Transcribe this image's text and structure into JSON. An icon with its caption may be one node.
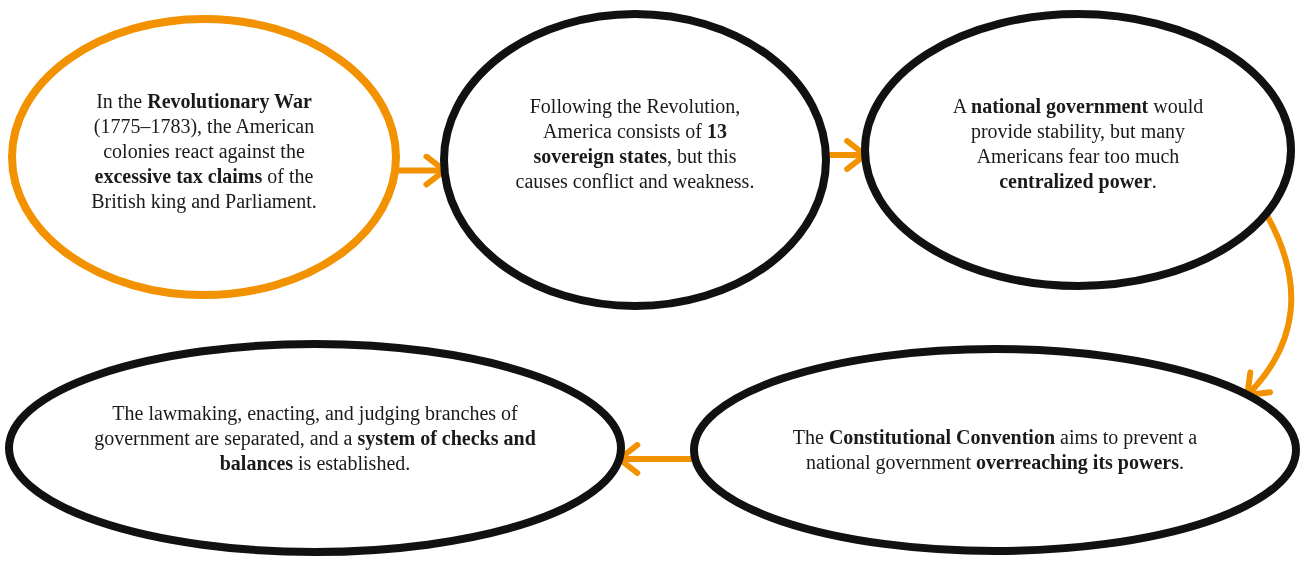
{
  "diagram": {
    "nodes": [
      {
        "text": [
          "In the **Revolutionary War** (1775–1783), the American colonies react against the **excessive tax claims** of the British king and Parliament."
        ]
      },
      {
        "text": [
          "Following the Revolution, America consists of **13 sovereign states**, but this causes conflict and weakness."
        ]
      },
      {
        "text": [
          "A **national government** would provide stability, but many Americans fear too much **centralized power**."
        ]
      },
      {
        "text": [
          "The **Constitutional Convention** aims to prevent a national government **overreaching its powers**."
        ]
      },
      {
        "text": [
          "The lawmaking, enacting, and judging branches of government are separated, and a **system of checks and balances** is established."
        ]
      }
    ],
    "edges": [
      {
        "from": 0,
        "to": 1,
        "arrow": "to"
      },
      {
        "from": 1,
        "to": 2,
        "arrow": "to"
      },
      {
        "from": 2,
        "to": 3,
        "arrow": "to"
      },
      {
        "from": 3,
        "to": 4,
        "arrow": "to"
      }
    ]
  }
}
